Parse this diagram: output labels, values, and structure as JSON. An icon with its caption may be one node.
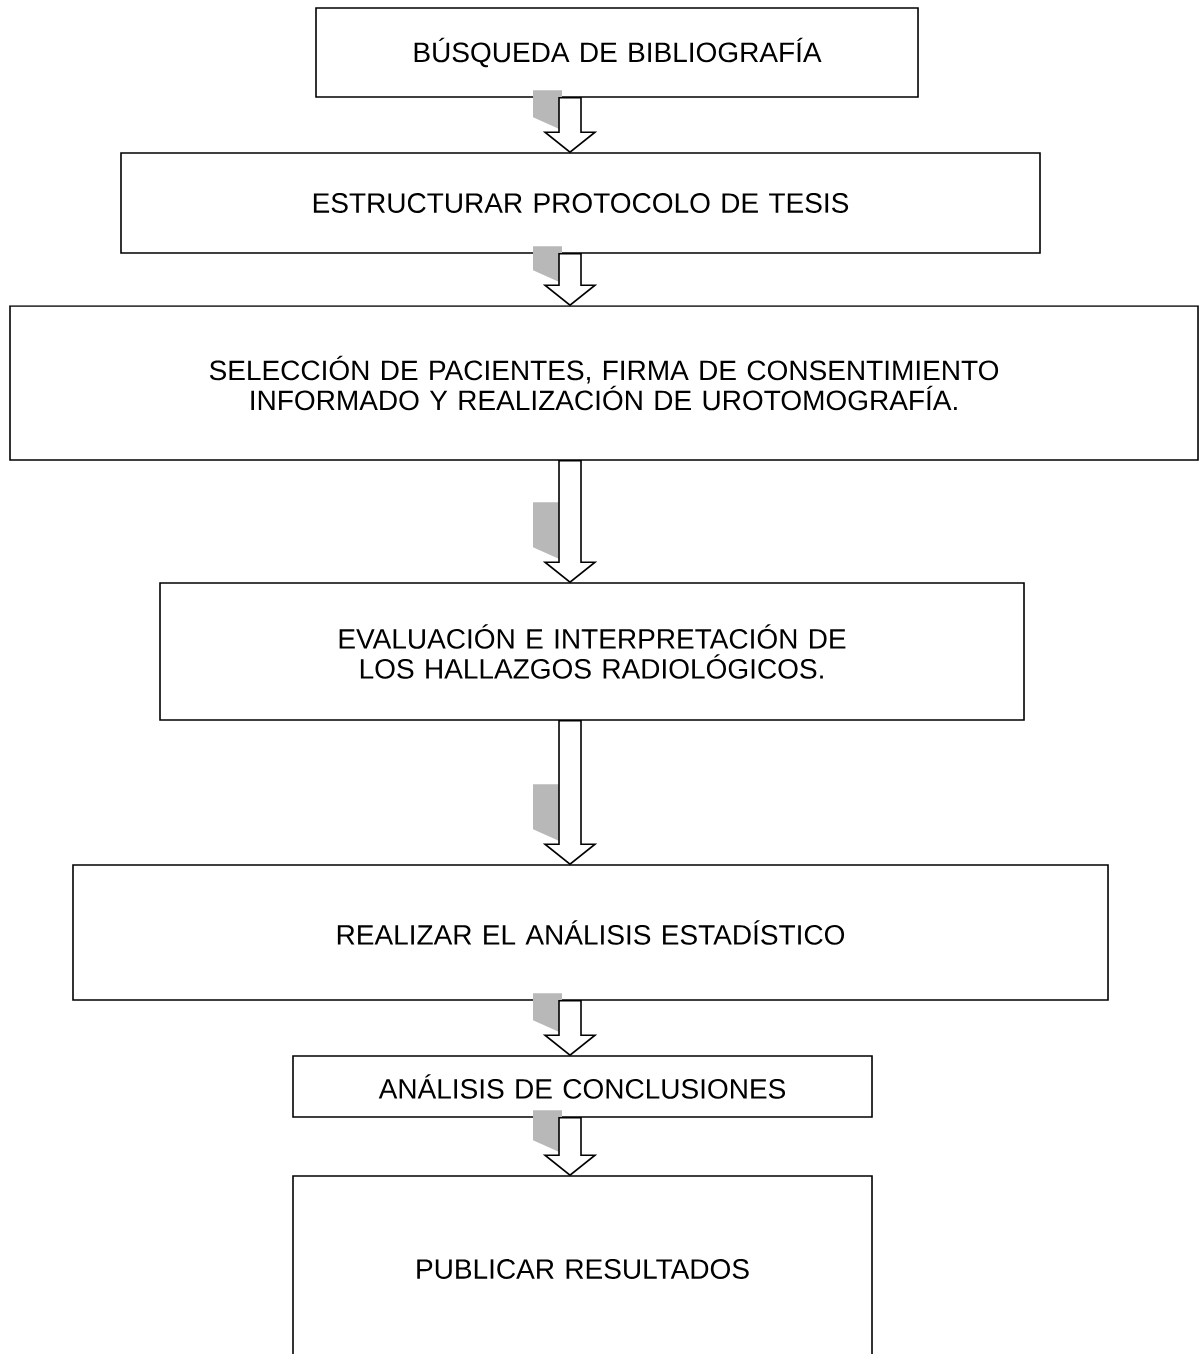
{
  "diagram": {
    "nodes": [
      {
        "text": [
          "BÚSQUEDA DE BIBLIOGRAFÍA"
        ]
      },
      {
        "text": [
          "ESTRUCTURAR PROTOCOLO DE TESIS"
        ]
      },
      {
        "text": [
          "SELECCIÓN DE PACIENTES, FIRMA DE CONSENTIMIENTO INFORMADO Y REALIZACIÓN DE UROTOMOGRAFÍA."
        ]
      },
      {
        "text": [
          "EVALUACIÓN E INTERPRETACIÓN DE LOS HALLAZGOS RADIOLÓGICOS."
        ]
      },
      {
        "text": [
          "REALIZAR EL ANÁLISIS ESTADÍSTICO"
        ]
      },
      {
        "text": [
          "ANÁLISIS DE CONCLUSIONES"
        ]
      },
      {
        "text": [
          "PUBLICAR RESULTADOS"
        ]
      }
    ],
    "edges": [
      {
        "from": 0,
        "to": 1,
        "arrow": "to"
      },
      {
        "from": 1,
        "to": 2,
        "arrow": "to"
      },
      {
        "from": 2,
        "to": 3,
        "arrow": "to"
      },
      {
        "from": 3,
        "to": 4,
        "arrow": "to"
      },
      {
        "from": 4,
        "to": 5,
        "arrow": "to"
      },
      {
        "from": 5,
        "to": 6,
        "arrow": "to"
      }
    ]
  }
}
